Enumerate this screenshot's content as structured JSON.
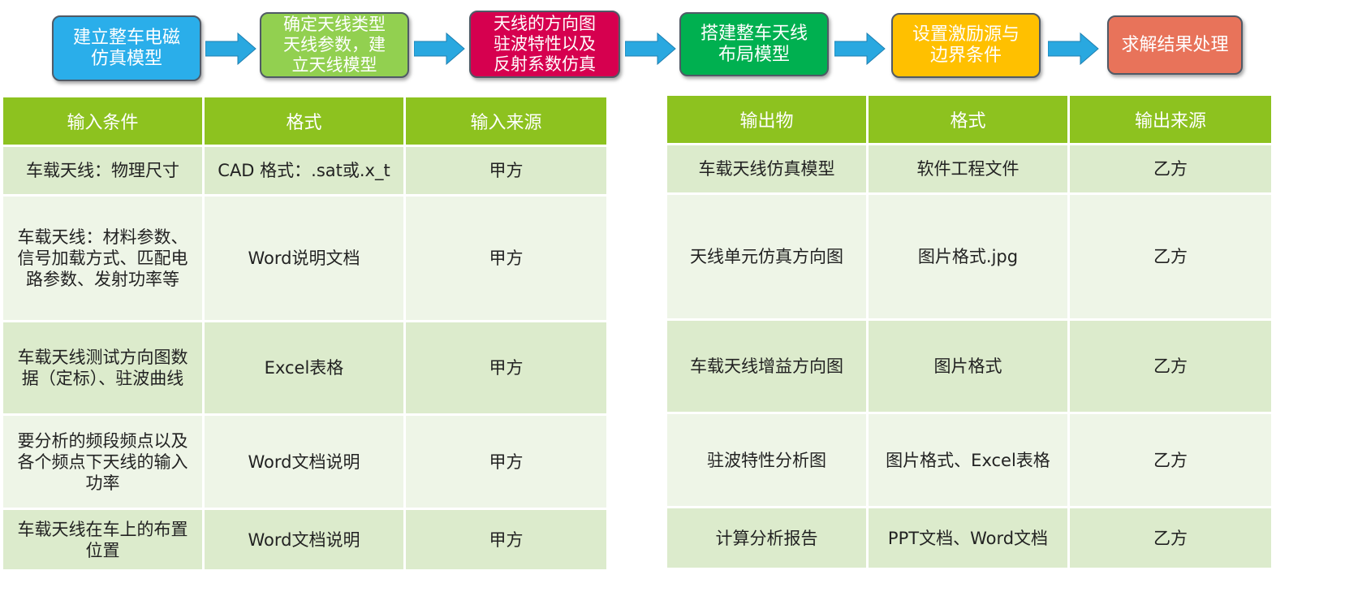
{
  "flow": {
    "steps": [
      {
        "label": "建立整车电磁\n仿真模型",
        "color": "#2aaeea",
        "text_color": "#ffffff"
      },
      {
        "label": "确定天线类型\n天线参数，建\n立天线模型",
        "color": "#92d050",
        "text_color": "#ffffff"
      },
      {
        "label": "天线的方向图\n驻波特性以及\n反射系数仿真",
        "color": "#d6004f",
        "text_color": "#ffffff"
      },
      {
        "label": "搭建整车天线\n布局模型",
        "color": "#00b050",
        "text_color": "#ffffff"
      },
      {
        "label": "设置激励源与\n边界条件",
        "color": "#ffc000",
        "text_color": "#ffffff"
      },
      {
        "label": "求解结果处理",
        "color": "#e8735a",
        "text_color": "#ffffff"
      }
    ],
    "arrow_icon": "right-arrow-icon",
    "arrow_color": "#29a8e0"
  },
  "input_table": {
    "headers": [
      "输入条件",
      "格式",
      "输入来源"
    ],
    "rows": [
      [
        "车载天线：物理尺寸",
        "CAD 格式：.sat或.x_t",
        "甲方"
      ],
      [
        "车载天线：材料参数、信号加载方式、匹配电路参数、发射功率等",
        "Word说明文档",
        "甲方"
      ],
      [
        "车载天线测试方向图数据（定标）、驻波曲线",
        "Excel表格",
        "甲方"
      ],
      [
        "要分析的频段频点以及各个频点下天线的输入功率",
        "Word文档说明",
        "甲方"
      ],
      [
        "车载天线在车上的布置位置",
        "Word文档说明",
        "甲方"
      ]
    ]
  },
  "output_table": {
    "headers": [
      "输出物",
      "格式",
      "输出来源"
    ],
    "rows": [
      [
        "车载天线仿真模型",
        "软件工程文件",
        "乙方"
      ],
      [
        "天线单元仿真方向图",
        "图片格式.jpg",
        "乙方"
      ],
      [
        "车载天线增益方向图",
        "图片格式",
        "乙方"
      ],
      [
        "驻波特性分析图",
        "图片格式、Excel表格",
        "乙方"
      ],
      [
        "计算分析报告",
        "PPT文档、Word文档",
        "乙方"
      ]
    ]
  },
  "colors": {
    "header_green": "#8dc21f",
    "row_dark": "#dcebcc",
    "row_light": "#eef5e7"
  }
}
